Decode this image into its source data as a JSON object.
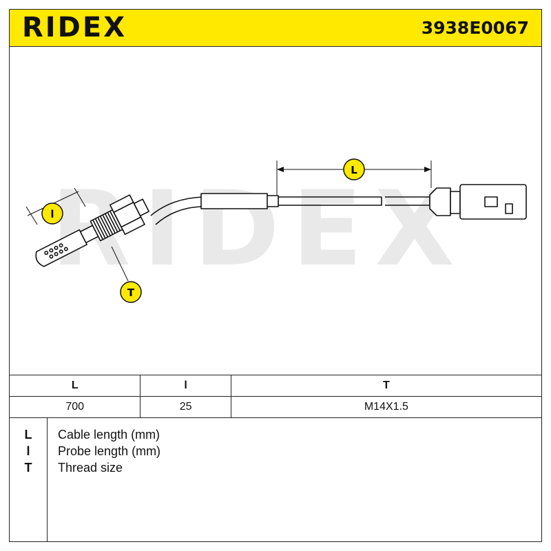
{
  "header": {
    "brand": "RIDEX",
    "part_number": "3938E0067",
    "background_color": "#ffe900"
  },
  "drawing": {
    "watermark": "RIDEX",
    "callouts": {
      "cable_length": "L",
      "probe_length": "l",
      "thread": "T"
    }
  },
  "spec_table": {
    "headers": [
      "L",
      "l",
      "T"
    ],
    "values": [
      "700",
      "25",
      "M14X1.5"
    ]
  },
  "legend": {
    "items": [
      {
        "key": "L",
        "description": "Cable length (mm)"
      },
      {
        "key": "l",
        "description": "Probe length (mm)"
      },
      {
        "key": "T",
        "description": "Thread size"
      }
    ]
  }
}
